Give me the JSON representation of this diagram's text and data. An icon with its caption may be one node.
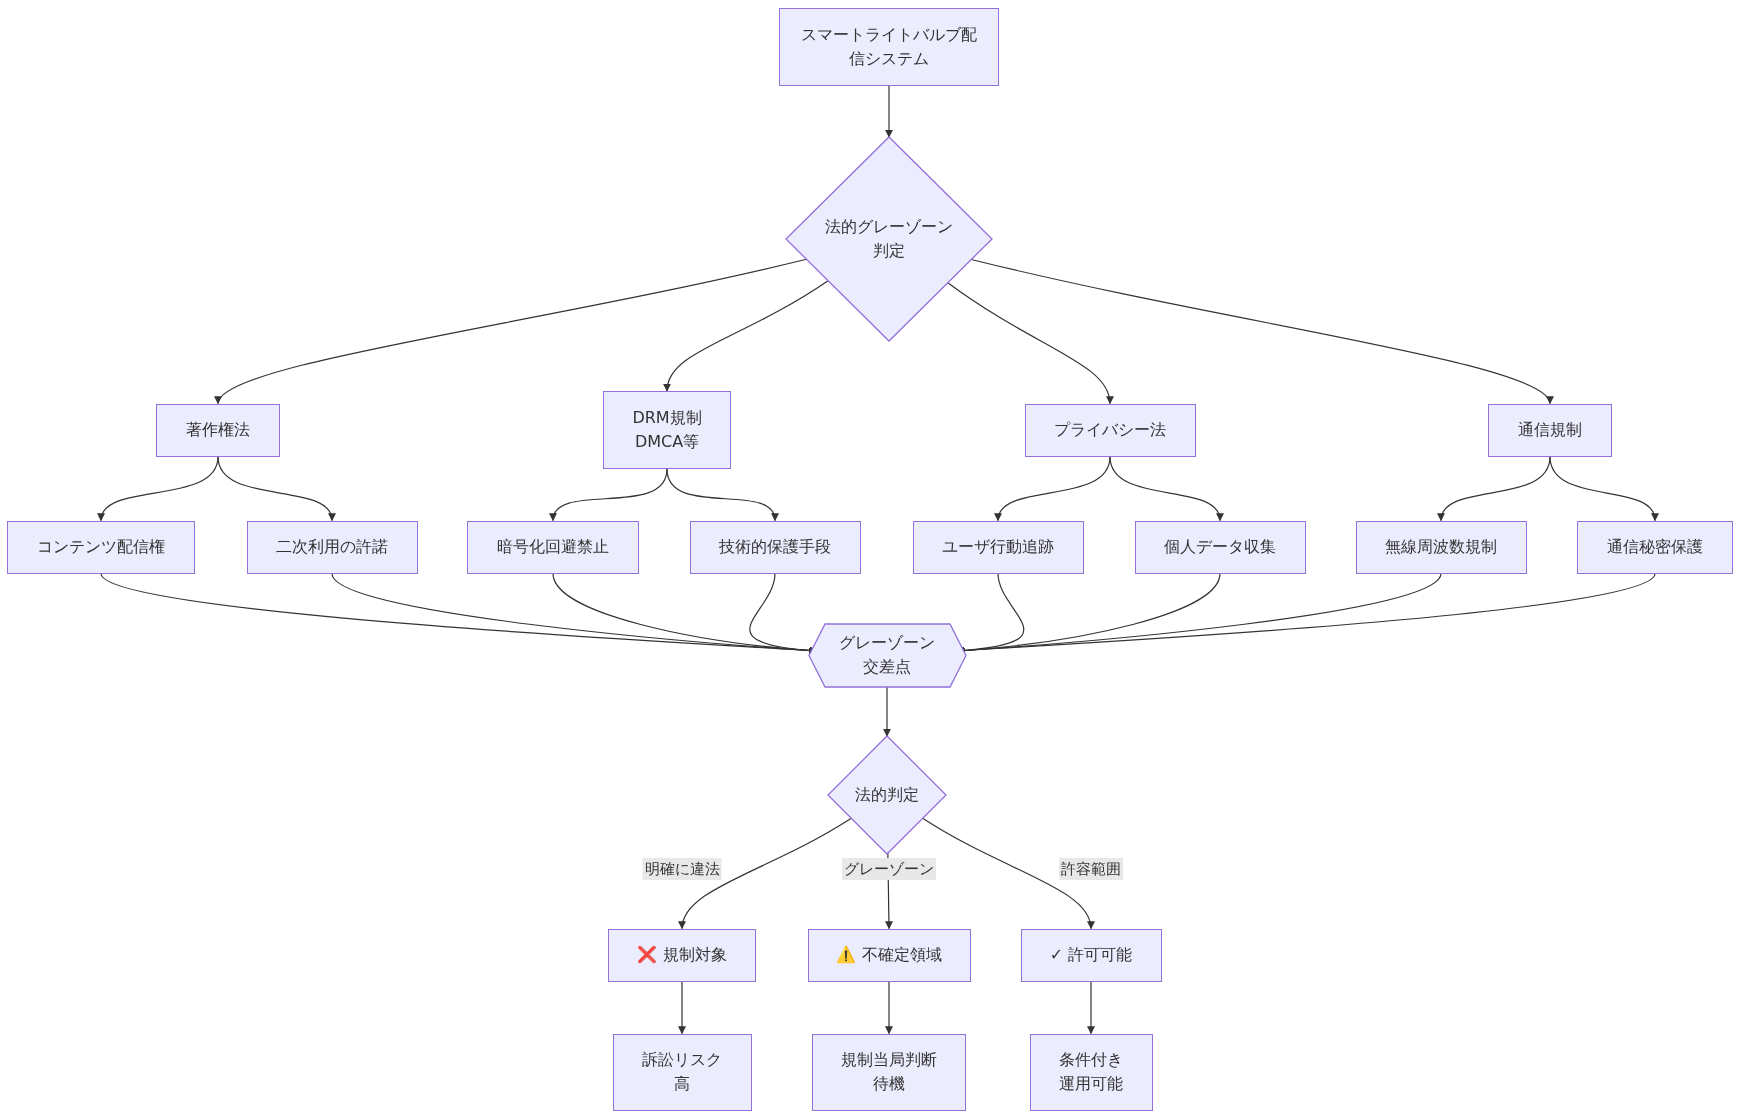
{
  "diagram": {
    "nodes": [
      {
        "text": [
          "スマートライトバルブ配信システム"
        ]
      },
      {
        "text": [
          "法的グレーゾーン判定"
        ]
      },
      {
        "text": [
          "著作権法"
        ]
      },
      {
        "text": [
          "DRM規制DMCA等"
        ]
      },
      {
        "text": [
          "プライバシー法"
        ]
      },
      {
        "text": [
          "通信規制"
        ]
      },
      {
        "text": [
          "コンテンツ配信権"
        ]
      },
      {
        "text": [
          "二次利用の許諾"
        ]
      },
      {
        "text": [
          "暗号化回避禁止"
        ]
      },
      {
        "text": [
          "技術的保護手段"
        ]
      },
      {
        "text": [
          "ユーザ行動追跡"
        ]
      },
      {
        "text": [
          "個人データ収集"
        ]
      },
      {
        "text": [
          "無線周波数規制"
        ]
      },
      {
        "text": [
          "通信秘密保護"
        ]
      },
      {
        "text": [
          "グレーゾーン交差点"
        ]
      },
      {
        "text": [
          "法的判定"
        ]
      },
      {
        "text": [
          "❌ 規制対象"
        ]
      },
      {
        "text": [
          "⚠️ 不確定領域"
        ]
      },
      {
        "text": [
          "✓ 許可可能"
        ]
      },
      {
        "text": [
          "訴訟リスク高"
        ]
      },
      {
        "text": [
          "規制当局判断待機"
        ]
      },
      {
        "text": [
          "条件付き運用可能"
        ]
      }
    ],
    "edges": [
      {
        "from": 0,
        "to": 1,
        "arrow": "to"
      },
      {
        "from": 1,
        "to": 2,
        "arrow": "to"
      },
      {
        "from": 1,
        "to": 3,
        "arrow": "to"
      },
      {
        "from": 1,
        "to": 4,
        "arrow": "to"
      },
      {
        "from": 1,
        "to": 5,
        "arrow": "to"
      },
      {
        "from": 2,
        "to": 6,
        "arrow": "to"
      },
      {
        "from": 2,
        "to": 7,
        "arrow": "to"
      },
      {
        "from": 3,
        "to": 8,
        "arrow": "to"
      },
      {
        "from": 3,
        "to": 9,
        "arrow": "to"
      },
      {
        "from": 4,
        "to": 10,
        "arrow": "to"
      },
      {
        "from": 4,
        "to": 11,
        "arrow": "to"
      },
      {
        "from": 5,
        "to": 12,
        "arrow": "to"
      },
      {
        "from": 5,
        "to": 13,
        "arrow": "to"
      },
      {
        "from": 6,
        "to": 14,
        "arrow": "to"
      },
      {
        "from": 7,
        "to": 14,
        "arrow": "to"
      },
      {
        "from": 8,
        "to": 14,
        "arrow": "to"
      },
      {
        "from": 9,
        "to": 14,
        "arrow": "to"
      },
      {
        "from": 10,
        "to": 14,
        "arrow": "to"
      },
      {
        "from": 11,
        "to": 14,
        "arrow": "to"
      },
      {
        "from": 12,
        "to": 14,
        "arrow": "to"
      },
      {
        "from": 13,
        "to": 14,
        "arrow": "to"
      },
      {
        "from": 14,
        "to": 15,
        "arrow": "to"
      },
      {
        "from": 15,
        "to": 16,
        "label": "明確に違法",
        "arrow": "to"
      },
      {
        "from": 15,
        "to": 17,
        "label": "グレーゾーン",
        "arrow": "to"
      },
      {
        "from": 15,
        "to": 18,
        "label": "許容範囲",
        "arrow": "to"
      },
      {
        "from": 16,
        "to": 19,
        "arrow": "to"
      },
      {
        "from": 17,
        "to": 20,
        "arrow": "to"
      },
      {
        "from": 18,
        "to": 21,
        "arrow": "to"
      }
    ]
  }
}
